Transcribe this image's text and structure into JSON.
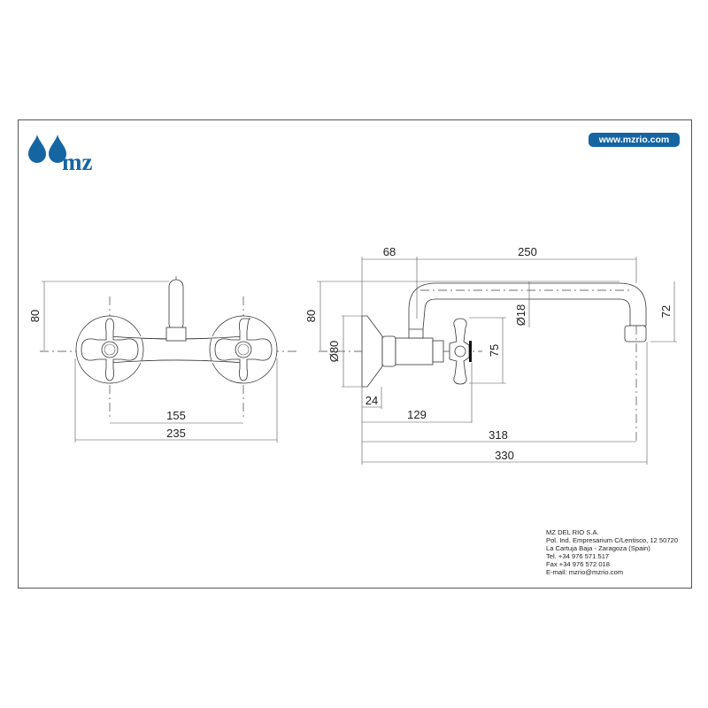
{
  "brand": {
    "logo_text": "mz",
    "logo_icon": "water-drops-icon",
    "website": "www.mzrio.com",
    "brand_color": "#1565a3"
  },
  "front_view": {
    "dim_height": "80",
    "dim_centers": "155",
    "dim_overall_width": "235"
  },
  "side_view": {
    "dim_height": "80",
    "dim_flange_diameter": "Ø80",
    "dim_flange_depth": "24",
    "dim_spout_offset": "68",
    "dim_spout_reach": "250",
    "dim_pipe_diameter": "Ø18",
    "dim_spout_drop": "72",
    "dim_handle_height": "75",
    "dim_handle_distance": "129",
    "dim_outlet_distance": "318",
    "dim_overall_length": "330"
  },
  "company": {
    "name": "MZ DEL RIO S.A.",
    "address_line1": "Pol. Ind. Empresarium C/Lentisco, 12  50720",
    "address_line2": "La Cartuja Baja - Zaragoza (Spain)",
    "tel": "Tel. +34 976 571 517",
    "fax": "Fax +34 976 572 018",
    "email": "E-mail: mzrio@mzrio.com"
  }
}
